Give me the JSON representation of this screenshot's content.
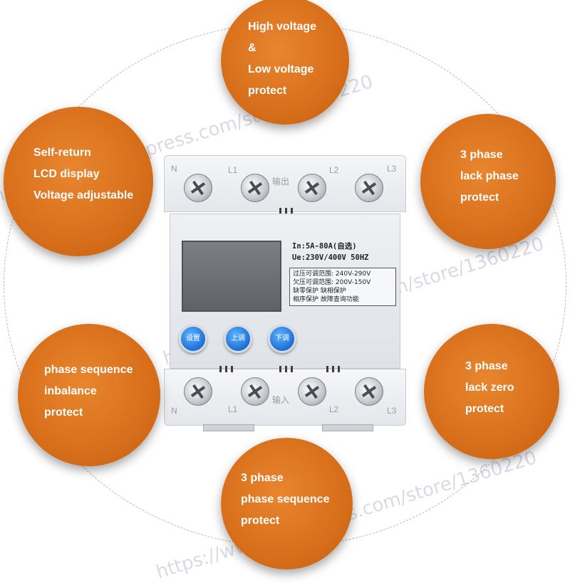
{
  "bubbles": {
    "top": [
      "High voltage",
      "&",
      "Low voltage",
      "protect"
    ],
    "top_left": [
      "Self-return",
      "LCD display",
      "Voltage adjustable"
    ],
    "top_right": [
      "3 phase",
      "lack phase",
      "protect"
    ],
    "left": [
      "phase sequence",
      "inbalance",
      "protect"
    ],
    "right": [
      "3 phase",
      "lack zero",
      "protect"
    ],
    "bottom": [
      "3 phase",
      "phase sequence",
      "protect"
    ]
  },
  "device": {
    "top_terminals": [
      "N",
      "L1",
      "输出",
      "L2",
      "L3"
    ],
    "bottom_terminals": [
      "N",
      "L1",
      "输入",
      "L2",
      "L3"
    ],
    "spec_line1": "In:5A-80A(自选)",
    "spec_line2": "Ue:230V/400V  50HZ",
    "spec_rows": [
      "过压可调范围: 240V-290V",
      "欠压可调范围: 200V-150V",
      "缺零保护   缺相保护",
      "相序保护   故障查询功能"
    ],
    "buttons": [
      "设置",
      "上调",
      "下调"
    ]
  },
  "watermark": "https://www.aliexpress.com/store/1360220",
  "colors": {
    "bubble": "#d9701c",
    "button": "#1c70d6"
  }
}
